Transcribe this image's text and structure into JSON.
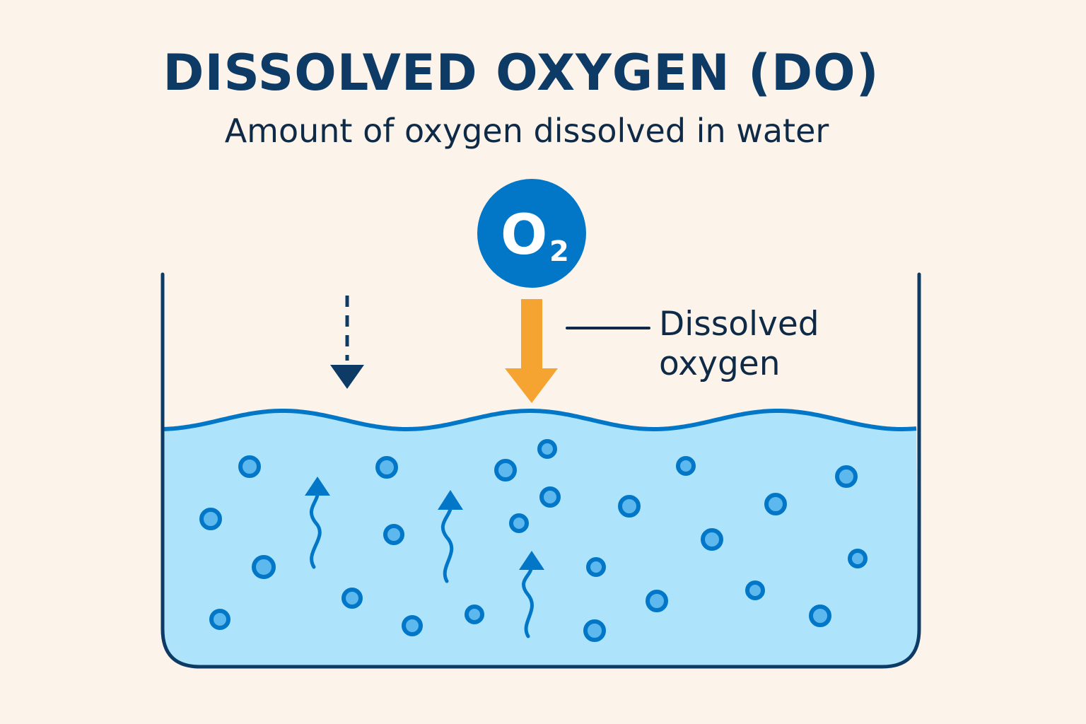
{
  "header": {
    "title": "DISSOLVED OXYGEN (DO)",
    "subtitle": "Amount of oxygen dissolved in water"
  },
  "molecule": {
    "symbol": "O",
    "subscript": "2"
  },
  "callout": {
    "line1": "Dissolved",
    "line2": "oxygen"
  },
  "colors": {
    "background": "#fcf4eb",
    "navy": "#0d3b66",
    "blue": "#0277c8",
    "water": "#aee4fb",
    "bubble_fill": "#5db8ee",
    "arrow_orange": "#f5a431"
  }
}
